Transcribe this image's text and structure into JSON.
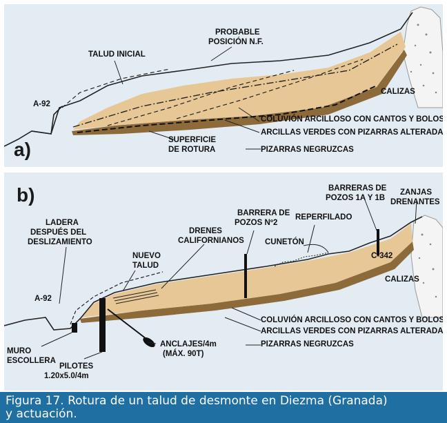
{
  "panel_a": {
    "letter": "a)",
    "labels": {
      "probable_nf_1": "PROBABLE",
      "probable_nf_2": "POSICIÓN N.F.",
      "talud_inicial": "TALUD INICIAL",
      "road": "A-92",
      "calizas": "CALIZAS",
      "coluvion": "COLUVIÓN ARCILLOSO CON CANTOS Y BOLOS",
      "arcillas": "ARCILLAS VERDES CON PIZARRAS ALTERADAS",
      "pizarras": "PIZARRAS NEGRUZCAS",
      "superficie_1": "SUPERFICIE",
      "superficie_2": "DE ROTURA"
    }
  },
  "panel_b": {
    "letter": "b)",
    "labels": {
      "barreras_1b_1": "BARRERAS DE",
      "barreras_1b_2": "POZOS 1A Y 1B",
      "zanjas_1": "ZANJAS",
      "zanjas_2": "DRENANTES",
      "ladera_1": "LADERA",
      "ladera_2": "DESPUÉS DEL",
      "ladera_3": "DESLIZAMIENTO",
      "barrera2_1": "BARRERA DE",
      "barrera2_2": "POZOS Nº2",
      "reperfilado": "REPERFILADO",
      "drenes_1": "DRENES",
      "drenes_2": "CALIFORNIANOS",
      "cuneton": "CUNETÓN",
      "road2": "C-342",
      "nuevo_1": "NUEVO",
      "nuevo_2": "TALUD",
      "road": "A-92",
      "calizas": "CALIZAS",
      "coluvion": "COLUVIÓN ARCILLOSO CON CANTOS Y BOLOS",
      "arcillas": "ARCILLAS VERDES CON PIZARRAS ALTERADAS",
      "pizarras": "PIZARRAS NEGRUZCAS",
      "muro": "MURO",
      "escollera": "ESCOLLERA",
      "pilotes_1": "PILOTES",
      "pilotes_2": "1.20x5.0/4m",
      "anclajes_1": "ANCLAJES/4m",
      "anclajes_2": "(MÁX. 90T)"
    }
  },
  "caption": {
    "line1": "Figura 17. Rotura de un talud de desmonte en Diezma (Granada)",
    "line2": "y actuación."
  },
  "colors": {
    "panel_bg": "#e3ecf3",
    "coluvion": "#e7c796",
    "arcillas": "#8c6a3a",
    "caption_bg": "#1f6fa3"
  }
}
